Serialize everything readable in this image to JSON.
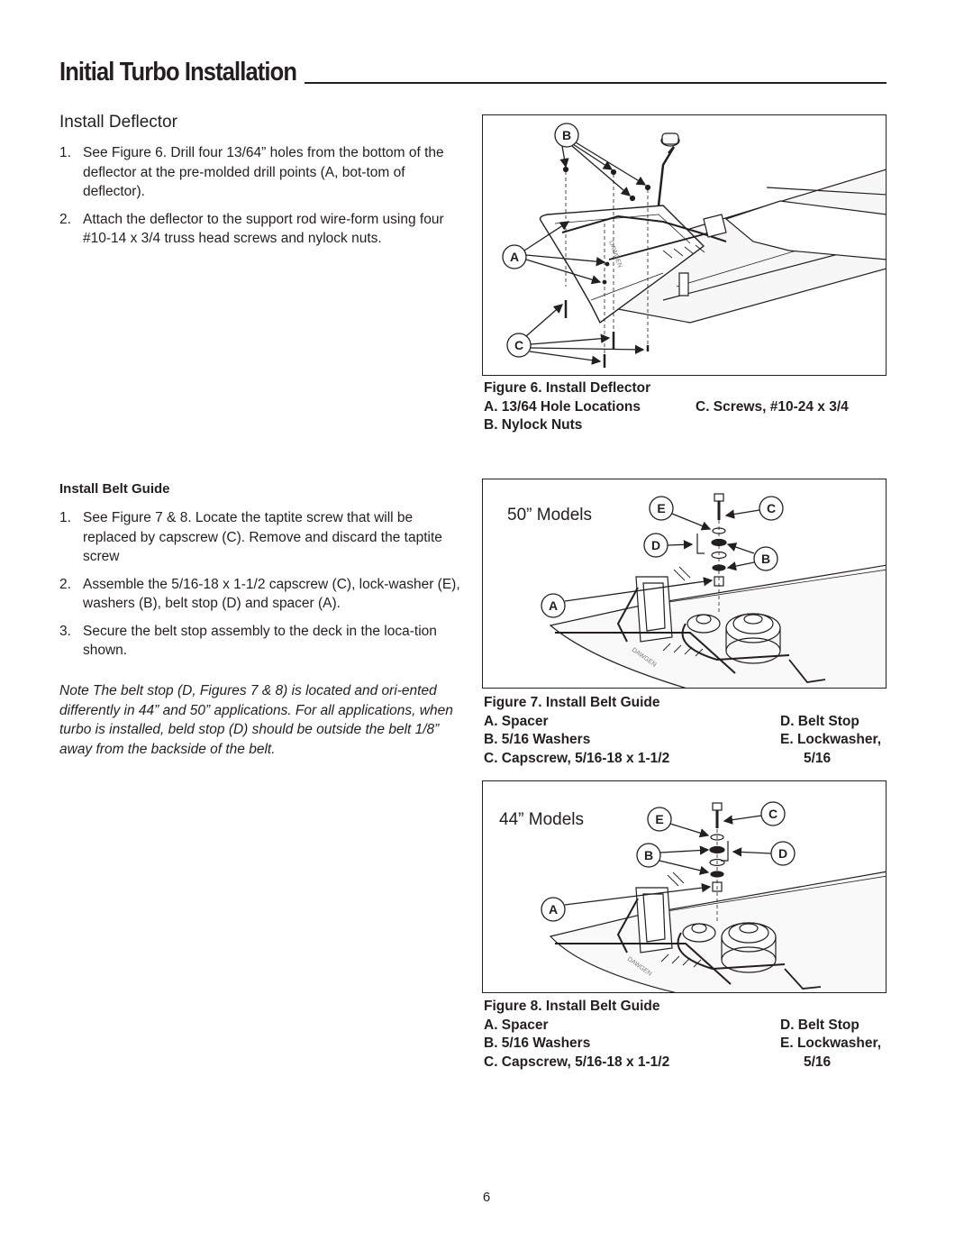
{
  "page": {
    "title": "Initial Turbo Installation",
    "number": "6"
  },
  "deflector": {
    "heading": "Install Deflector",
    "steps": [
      {
        "num": "1.",
        "text": "See Figure 6.  Drill four 13/64” holes from the bottom of the deflector at the pre-molded drill points (A, bot-tom of deflector)."
      },
      {
        "num": "2.",
        "text": "Attach the deflector to the support rod wire-form using four #10-14 x 3/4 truss head screws and nylock nuts."
      }
    ]
  },
  "belt_guide": {
    "heading": "Install Belt Guide",
    "steps": [
      {
        "num": "1.",
        "text": "See Figure 7 & 8.  Locate the taptite screw that will be replaced by capscrew (C). Remove and discard the taptite screw"
      },
      {
        "num": "2.",
        "text": "Assemble the 5/16-18 x 1-1/2 capscrew (C), lock-washer (E), washers (B), belt stop (D) and spacer (A)."
      },
      {
        "num": "3.",
        "text": "Secure the belt stop assembly to the deck in the loca-tion shown."
      }
    ],
    "note": "Note The belt stop (D, Figures 7 & 8) is located and ori-ented differently in 44” and 50” applications.  For all applications, when turbo is installed, beld stop (D) should be outside the belt 1/8” away from the backside of the belt."
  },
  "figure6": {
    "callouts": {
      "a": "A",
      "b": "B",
      "c": "C"
    },
    "deck_text": "DAWGEN",
    "caption": {
      "title": "Figure 6. Install Deflector",
      "a": "A.  13/64 Hole Locations",
      "c": "C.  Screws, #10-24 x 3/4",
      "b": "B.  Nylock Nuts"
    }
  },
  "figure7": {
    "model_label": "50” Models",
    "callouts": {
      "a": "A",
      "b": "B",
      "c": "C",
      "d": "D",
      "e": "E"
    },
    "deck_text": "DAWGEN",
    "caption": {
      "title": "Figure 7.  Install Belt Guide",
      "a": "A.  Spacer",
      "d": "D. Belt Stop",
      "b": "B.  5/16 Washers",
      "e": "E.  Lockwasher,",
      "c": "C.  Capscrew, 5/16-18 x 1-1/2",
      "e2": "5/16"
    }
  },
  "figure8": {
    "model_label": "44” Models",
    "callouts": {
      "a": "A",
      "b": "B",
      "c": "C",
      "d": "D",
      "e": "E"
    },
    "deck_text": "DAWGEN",
    "caption": {
      "title": "Figure 8.  Install Belt Guide",
      "a": "A.  Spacer",
      "d": "D. Belt Stop",
      "b": "B.  5/16 Washers",
      "e": "E.  Lockwasher,",
      "c": "C.  Capscrew, 5/16-18 x 1-1/2",
      "e2": "5/16"
    }
  }
}
